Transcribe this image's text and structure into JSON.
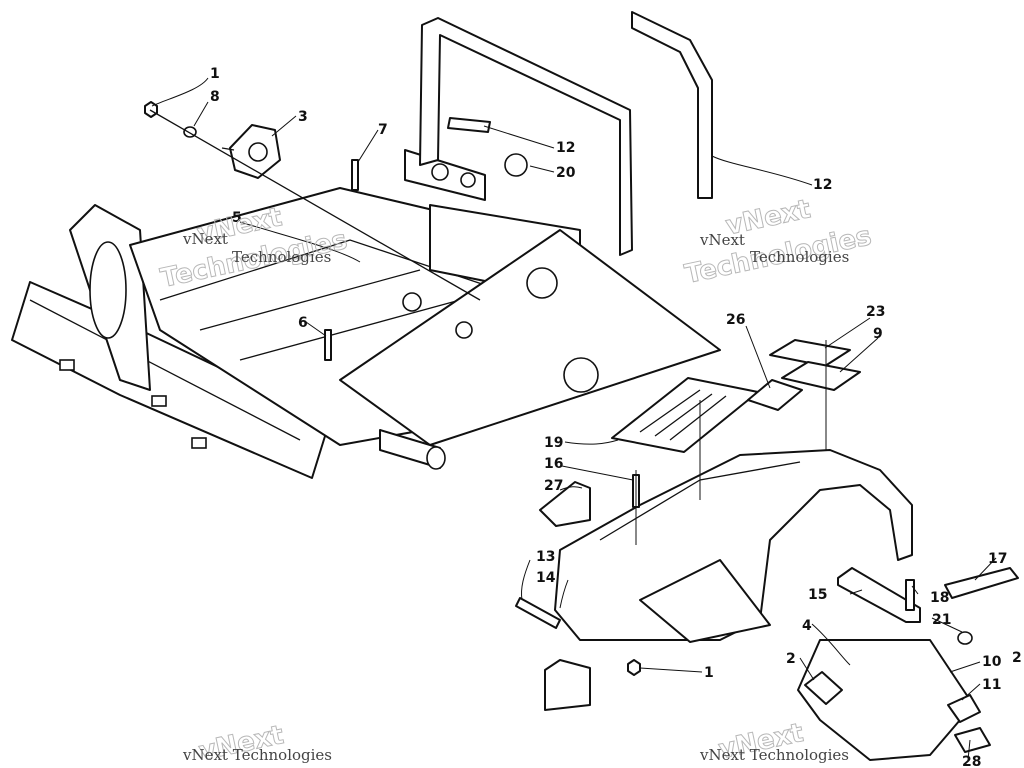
{
  "watermark": {
    "word1": "vNext",
    "word2": "Technologies",
    "full": "vNext Technologies",
    "partial": "vNext Technologies",
    "color": "#444444"
  },
  "callouts": {
    "c1a": "1",
    "c8": "8",
    "c3": "3",
    "c7": "7",
    "c12a": "12",
    "c20": "20",
    "c12b": "12",
    "c5": "5",
    "c6": "6",
    "c26": "26",
    "c23": "23",
    "c9": "9",
    "c19": "19",
    "c16": "16",
    "c27": "27",
    "c13": "13",
    "c14": "14",
    "c17": "17",
    "c15": "15",
    "c18": "18",
    "c21": "21",
    "c4": "4",
    "c2": "2",
    "c10": "10",
    "c1b": "1",
    "c11": "11",
    "c28": "28",
    "c22": "2"
  },
  "colors": {
    "ink": "#111111",
    "paper": "#ffffff"
  }
}
